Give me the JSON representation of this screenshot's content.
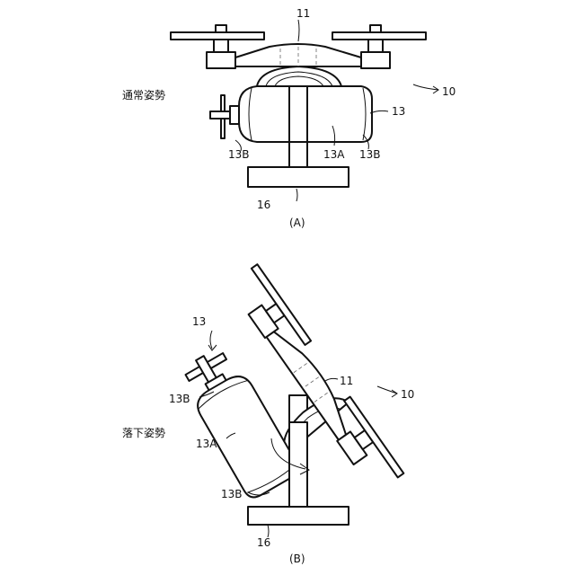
{
  "figure_a": {
    "posture_label": "通常姿勢",
    "caption": "(A)",
    "refs": {
      "body": "11",
      "drone": "10",
      "unit": "13",
      "unit_body": "13A",
      "cap_left": "13B",
      "cap_right": "13B",
      "base": "16"
    }
  },
  "figure_b": {
    "posture_label": "落下姿勢",
    "caption": "(B)",
    "refs": {
      "body": "11",
      "drone": "10",
      "unit": "13",
      "unit_body": "13A",
      "cap_top": "13B",
      "cap_bottom": "13B",
      "base": "16"
    }
  }
}
